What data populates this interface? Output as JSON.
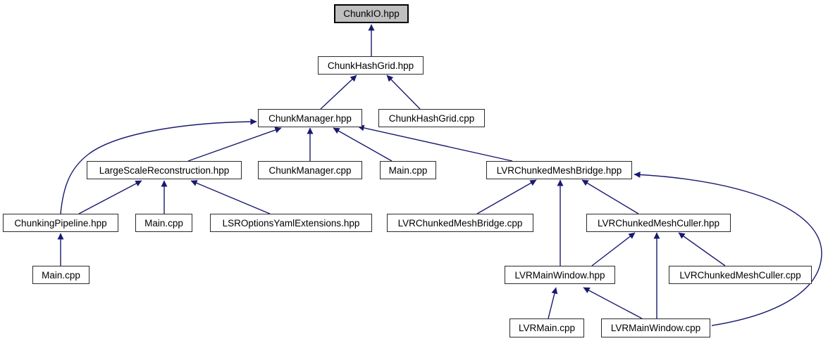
{
  "diagram": {
    "kind": "include-dependency-graph",
    "root_file": "ChunkIO.hpp"
  },
  "colors": {
    "background": "#ffffff",
    "edge": "#191970",
    "node_fill": "#ffffff",
    "node_border": "#2b2b2b",
    "highlight_fill": "#bfbfbf",
    "highlight_border": "#000000",
    "text": "#000000"
  },
  "nodes": [
    {
      "id": "chunkio-hpp",
      "label": "ChunkIO.hpp",
      "highlighted": true
    },
    {
      "id": "chunkhashgrid-hpp",
      "label": "ChunkHashGrid.hpp",
      "highlighted": false
    },
    {
      "id": "chunkmanager-hpp",
      "label": "ChunkManager.hpp",
      "highlighted": false
    },
    {
      "id": "chunkhashgrid-cpp",
      "label": "ChunkHashGrid.cpp",
      "highlighted": false
    },
    {
      "id": "largescalereconstruction-hpp",
      "label": "LargeScaleReconstruction.hpp",
      "highlighted": false
    },
    {
      "id": "chunkmanager-cpp",
      "label": "ChunkManager.cpp",
      "highlighted": false
    },
    {
      "id": "main-cpp-1",
      "label": "Main.cpp",
      "highlighted": false
    },
    {
      "id": "lvrchunkedmeshbridge-hpp",
      "label": "LVRChunkedMeshBridge.hpp",
      "highlighted": false
    },
    {
      "id": "chunkingpipeline-hpp",
      "label": "ChunkingPipeline.hpp",
      "highlighted": false
    },
    {
      "id": "main-cpp-2",
      "label": "Main.cpp",
      "highlighted": false
    },
    {
      "id": "lsroptionsyamlextensions-hpp",
      "label": "LSROptionsYamlExtensions.hpp",
      "highlighted": false
    },
    {
      "id": "lvrchunkedmeshbridge-cpp",
      "label": "LVRChunkedMeshBridge.cpp",
      "highlighted": false
    },
    {
      "id": "lvrchunkedmeshculler-hpp",
      "label": "LVRChunkedMeshCuller.hpp",
      "highlighted": false
    },
    {
      "id": "main-cpp-3",
      "label": "Main.cpp",
      "highlighted": false
    },
    {
      "id": "lvrmainwindow-hpp",
      "label": "LVRMainWindow.hpp",
      "highlighted": false
    },
    {
      "id": "lvrchunkedmeshculler-cpp",
      "label": "LVRChunkedMeshCuller.cpp",
      "highlighted": false
    },
    {
      "id": "lvrmain-cpp",
      "label": "LVRMain.cpp",
      "highlighted": false
    },
    {
      "id": "lvrmainwindow-cpp",
      "label": "LVRMainWindow.cpp",
      "highlighted": false
    }
  ],
  "edges": [
    {
      "from": "chunkhashgrid-hpp",
      "to": "chunkio-hpp"
    },
    {
      "from": "chunkmanager-hpp",
      "to": "chunkhashgrid-hpp"
    },
    {
      "from": "chunkhashgrid-cpp",
      "to": "chunkhashgrid-hpp"
    },
    {
      "from": "largescalereconstruction-hpp",
      "to": "chunkmanager-hpp"
    },
    {
      "from": "chunkmanager-cpp",
      "to": "chunkmanager-hpp"
    },
    {
      "from": "main-cpp-1",
      "to": "chunkmanager-hpp"
    },
    {
      "from": "lvrchunkedmeshbridge-hpp",
      "to": "chunkmanager-hpp"
    },
    {
      "from": "chunkingpipeline-hpp",
      "to": "chunkmanager-hpp"
    },
    {
      "from": "chunkingpipeline-hpp",
      "to": "largescalereconstruction-hpp"
    },
    {
      "from": "main-cpp-2",
      "to": "largescalereconstruction-hpp"
    },
    {
      "from": "lsroptionsyamlextensions-hpp",
      "to": "largescalereconstruction-hpp"
    },
    {
      "from": "main-cpp-3",
      "to": "chunkingpipeline-hpp"
    },
    {
      "from": "lvrchunkedmeshbridge-cpp",
      "to": "lvrchunkedmeshbridge-hpp"
    },
    {
      "from": "lvrmainwindow-hpp",
      "to": "lvrchunkedmeshbridge-hpp"
    },
    {
      "from": "lvrchunkedmeshculler-hpp",
      "to": "lvrchunkedmeshbridge-hpp"
    },
    {
      "from": "lvrmainwindow-cpp",
      "to": "lvrchunkedmeshbridge-hpp"
    },
    {
      "from": "lvrmainwindow-hpp",
      "to": "lvrchunkedmeshculler-hpp"
    },
    {
      "from": "lvrmainwindow-cpp",
      "to": "lvrchunkedmeshculler-hpp"
    },
    {
      "from": "lvrchunkedmeshculler-cpp",
      "to": "lvrchunkedmeshculler-hpp"
    },
    {
      "from": "lvrmain-cpp",
      "to": "lvrmainwindow-hpp"
    },
    {
      "from": "lvrmainwindow-cpp",
      "to": "lvrmainwindow-hpp"
    }
  ]
}
